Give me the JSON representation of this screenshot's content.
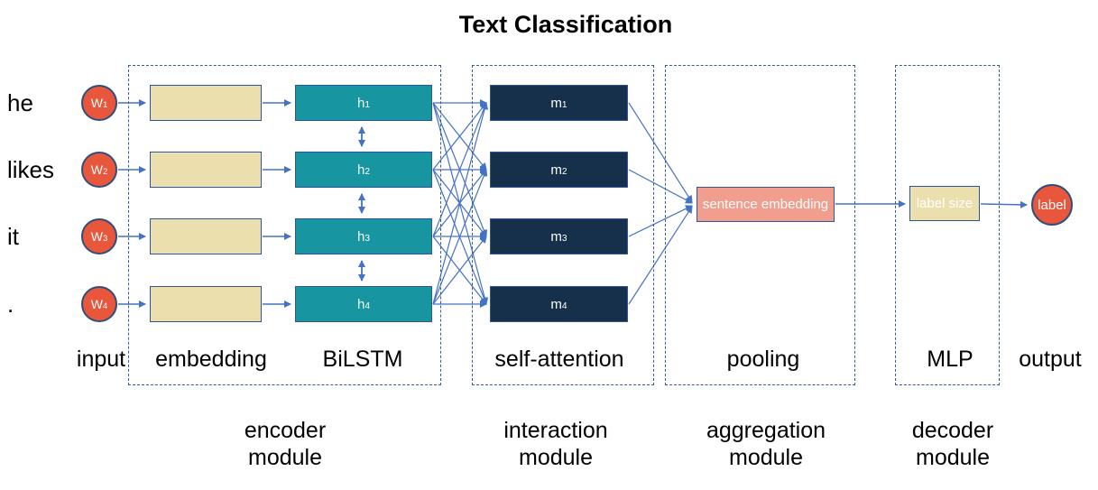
{
  "title": "Text Classification",
  "colors": {
    "accent_blue": "#4472C4",
    "dash_border": "#3A5B96",
    "node_red": "#E8573C",
    "node_red_border": "#2F4E7E",
    "teal": "#1796A1",
    "navy": "#16304B",
    "tan": "#EADFAD",
    "pink": "#F29E8E",
    "box_border": "#2F5597",
    "text_dark": "#000000",
    "text_light": "#FFFFFF"
  },
  "rows": [
    {
      "word": "he",
      "w": {
        "base": "W",
        "sub": "1"
      },
      "h": {
        "base": "h",
        "sub": "1"
      },
      "m": {
        "base": "m",
        "sub": "1"
      }
    },
    {
      "word": "likes",
      "w": {
        "base": "W",
        "sub": "2"
      },
      "h": {
        "base": "h",
        "sub": "2"
      },
      "m": {
        "base": "m",
        "sub": "2"
      }
    },
    {
      "word": "it",
      "w": {
        "base": "W",
        "sub": "3"
      },
      "h": {
        "base": "h",
        "sub": "3"
      },
      "m": {
        "base": "m",
        "sub": "3"
      }
    },
    {
      "word": ".",
      "w": {
        "base": "W",
        "sub": "4"
      },
      "h": {
        "base": "h",
        "sub": "4"
      },
      "m": {
        "base": "m",
        "sub": "4"
      }
    }
  ],
  "boxes": {
    "sentence_embedding": "sentence embedding",
    "label_size": "label size",
    "output_label": "label"
  },
  "columns": [
    "input",
    "embedding",
    "BiLSTM",
    "self-attention",
    "pooling",
    "MLP",
    "output"
  ],
  "modules": [
    {
      "line1": "encoder",
      "line2": "module"
    },
    {
      "line1": "interaction",
      "line2": "module"
    },
    {
      "line1": "aggregation",
      "line2": "module"
    },
    {
      "line1": "decoder",
      "line2": "module"
    }
  ]
}
